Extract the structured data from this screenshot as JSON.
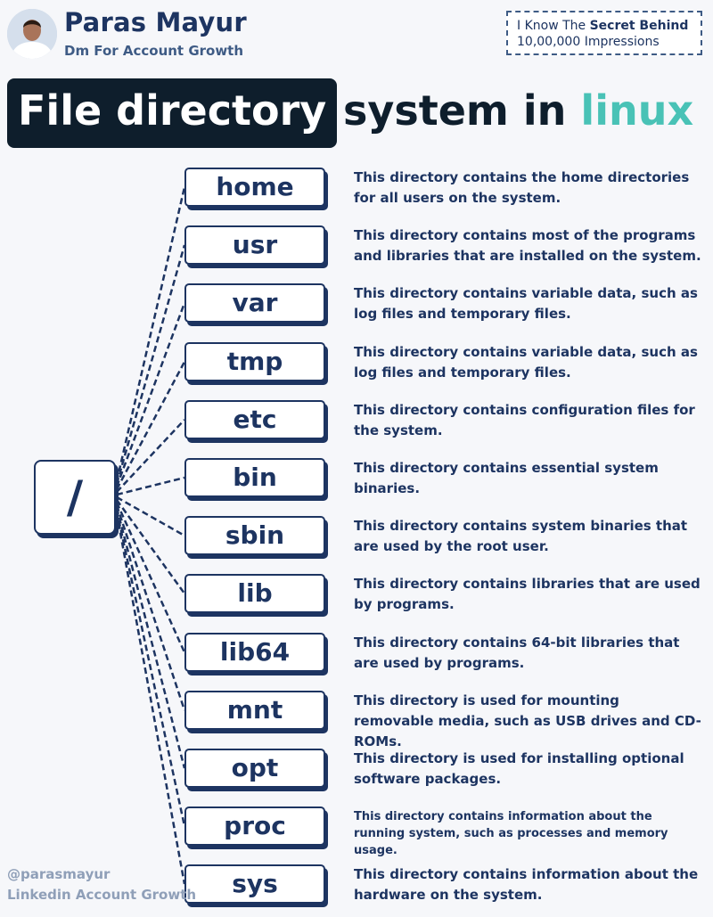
{
  "author": {
    "name": "Paras Mayur",
    "subtitle": "Dm For Account Growth"
  },
  "promo": {
    "prefix": "I Know The ",
    "bold": "Secret Behind",
    "line2": "10,00,000 Impressions"
  },
  "title": {
    "highlight": "File directory",
    "middle": "system in ",
    "accent": "linux"
  },
  "root": {
    "label": "/"
  },
  "directories": [
    {
      "name": "home",
      "desc": "This directory contains the home directories for all users on the system."
    },
    {
      "name": "usr",
      "desc": "This directory contains most of the programs and libraries that are installed on the system."
    },
    {
      "name": "var",
      "desc": "This directory contains variable data, such as log files and temporary files."
    },
    {
      "name": "tmp",
      "desc": "This directory contains variable data, such as log files and temporary files."
    },
    {
      "name": "etc",
      "desc": "This directory contains configuration files for the system."
    },
    {
      "name": "bin",
      "desc": "This directory contains essential system binaries."
    },
    {
      "name": "sbin",
      "desc": " This directory contains system binaries that are used by the root user."
    },
    {
      "name": "lib",
      "desc": "This directory contains libraries that are used by programs."
    },
    {
      "name": "lib64",
      "desc": "This directory contains 64-bit libraries that are used by programs."
    },
    {
      "name": "mnt",
      "desc": "This directory is used for mounting removable media, such as USB drives and CD-ROMs."
    },
    {
      "name": "opt",
      "desc": "This directory is used for installing optional software packages."
    },
    {
      "name": "proc",
      "desc": "This directory contains information about the running system, such as processes and memory usage."
    },
    {
      "name": "sys",
      "desc": "This directory contains information about the hardware on the system."
    }
  ],
  "footer": {
    "handle": "@parasmayur",
    "subtitle": "Linkedin Account Growth"
  },
  "colors": {
    "navy": "#1d3461",
    "dark": "#0e1e2c",
    "accent": "#49c2b6",
    "muted": "#8f9fb8"
  }
}
